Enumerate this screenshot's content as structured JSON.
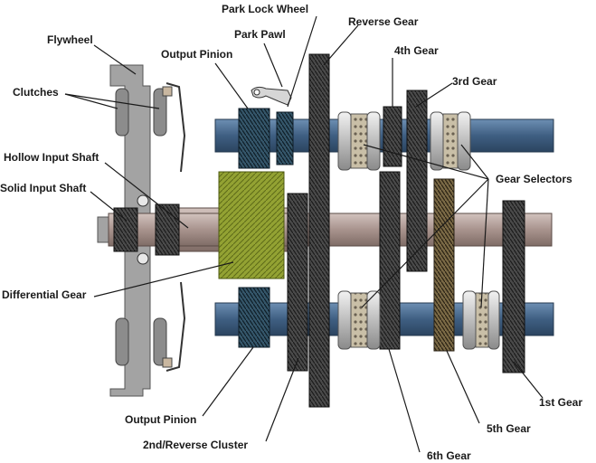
{
  "labels": {
    "park_lock_wheel": "Park Lock Wheel",
    "reverse_gear": "Reverse Gear",
    "flywheel": "Flywheel",
    "park_pawl": "Park Pawl",
    "output_pinion_top": "Output Pinion",
    "fourth_gear": "4th Gear",
    "clutches": "Clutches",
    "third_gear": "3rd Gear",
    "hollow_input_shaft": "Hollow Input Shaft",
    "gear_selectors": "Gear Selectors",
    "solid_input_shaft": "Solid Input Shaft",
    "differential_gear": "Differential Gear",
    "first_gear": "1st Gear",
    "output_pinion_bottom": "Output Pinion",
    "fifth_gear": "5th Gear",
    "second_reverse_cluster": "2nd/Reverse Cluster",
    "sixth_gear": "6th Gear"
  },
  "colors": {
    "shaft": "#3f5f82",
    "input_shaft": "#b29f9a",
    "housing": "#9c9c9c",
    "gear_dark": "#3a3a3a",
    "gear_bronze": "#6b5a3c",
    "gear_teal": "#2c4a5a",
    "diff_green": "#8d9a2e",
    "selector": "#c9c9c9"
  }
}
